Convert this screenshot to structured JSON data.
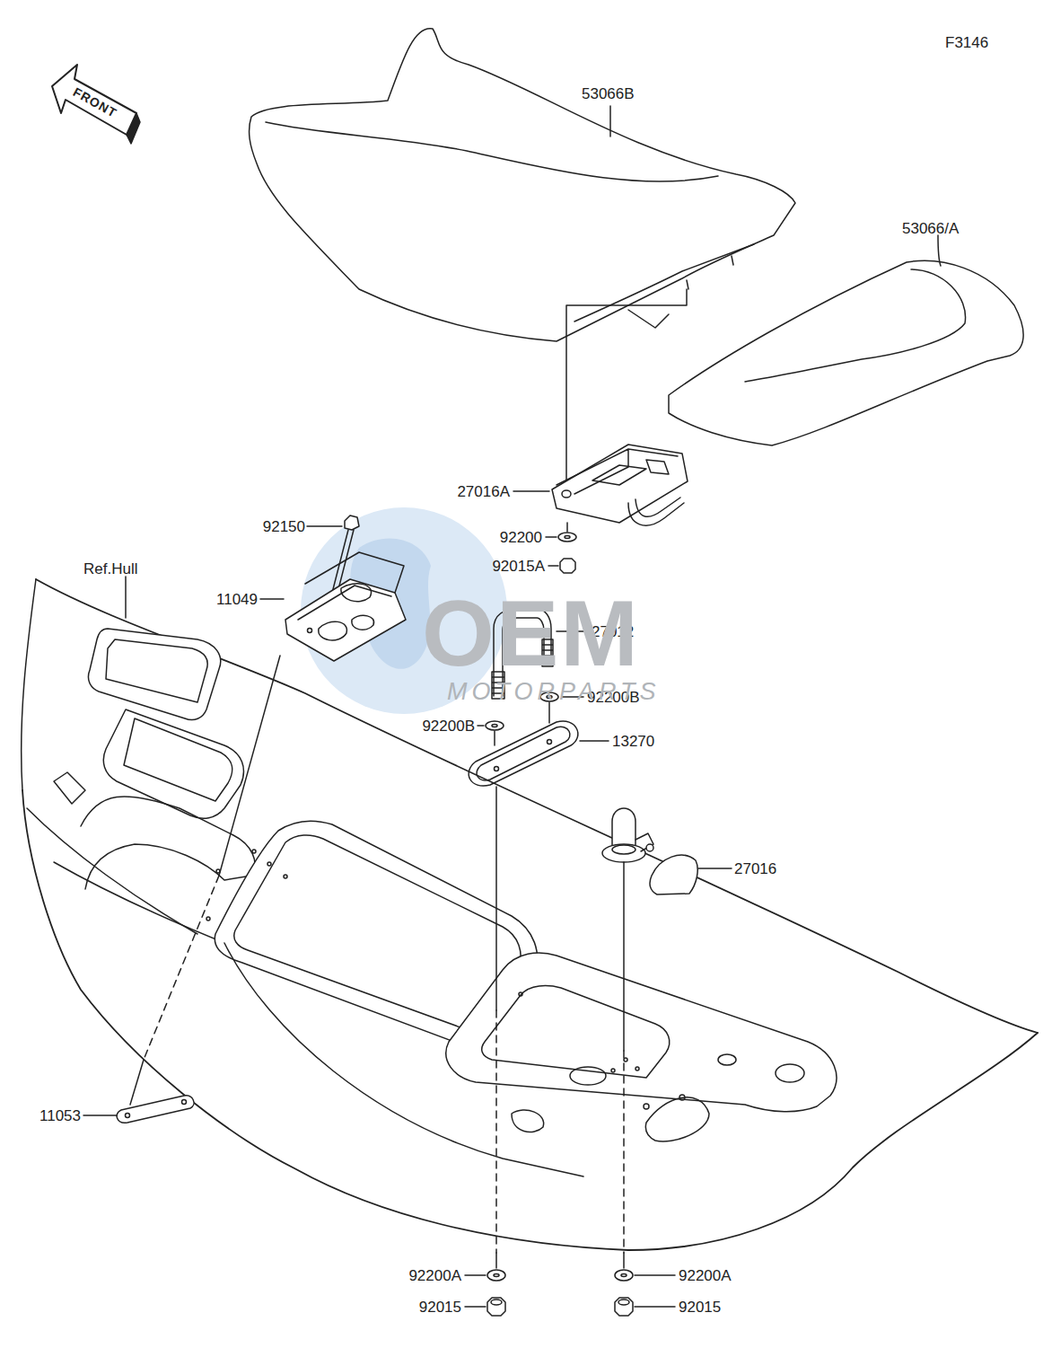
{
  "diagram": {
    "labels": [
      "F3146",
      "FRONT",
      "53066B",
      "53066/A",
      "27016A",
      "92150",
      "92200",
      "92015A",
      "Ref.Hull",
      "11049",
      "27012",
      "92200B",
      "92200B",
      "13270",
      "27016",
      "11053",
      "92200A",
      "92200A",
      "92015",
      "92015",
      "OEM",
      "MOTORPARTS"
    ]
  }
}
